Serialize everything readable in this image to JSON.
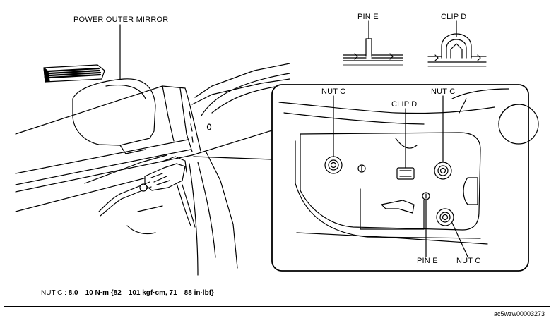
{
  "labels": {
    "power_outer_mirror": "POWER OUTER MIRROR",
    "pin_e_top": "PIN E",
    "clip_d_top": "CLIP D",
    "nut_c_left": "NUT C",
    "clip_d_detail": "CLIP D",
    "nut_c_right": "NUT C",
    "pin_e_bottom": "PIN E",
    "nut_c_bottom": "NUT C"
  },
  "spec": {
    "label": "NUT C :",
    "value": "8.0—10 N·m {82—101 kgf·cm, 71—88 in·lbf}"
  },
  "figure_id": "ac5wzw00003273"
}
